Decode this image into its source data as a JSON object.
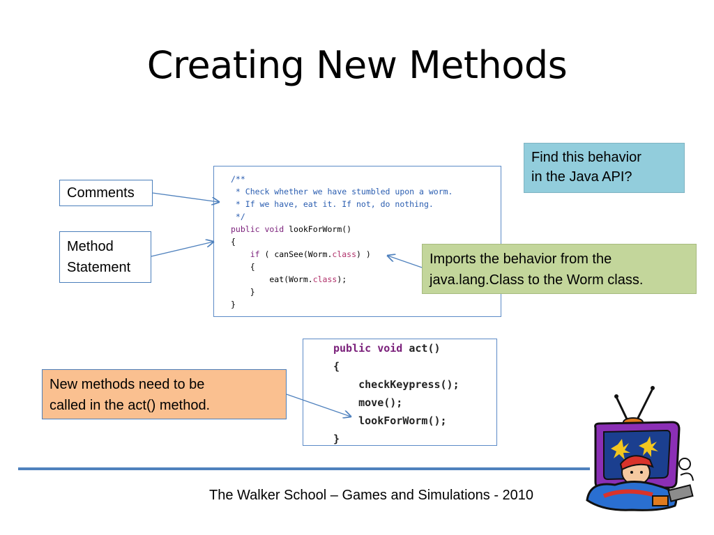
{
  "slide": {
    "title": "Creating New Methods",
    "footer": "The Walker School – Games and Simulations - 2010"
  },
  "labels": {
    "comments": "Comments",
    "method_line1": "Method",
    "method_line2": "Statement",
    "java_api_line1": "Find this behavior",
    "java_api_line2": "in the Java API?",
    "imports_line1": "Imports the behavior from the",
    "imports_line2": "java.lang.Class to the Worm class.",
    "new_methods_line1": "New methods need to be",
    "new_methods_line2": "called in the act() method."
  },
  "code1": {
    "l1": "/**",
    "l2": " * Check whether we have stumbled upon a worm.",
    "l3": " * If we have, eat it. If not, do nothing.",
    "l4": " */",
    "l5_kw": "public void",
    "l5_rest": " lookForWorm()",
    "l6": "{",
    "l7_kw": "    if",
    "l7_a": " ( canSee(Worm.",
    "l7_lit": "class",
    "l7_b": ") )",
    "l8": "    {",
    "l9_a": "        eat(Worm.",
    "l9_lit": "class",
    "l9_b": ");",
    "l10": "    }",
    "l11": "}"
  },
  "code2": {
    "l1_kw": "public void",
    "l1_rest": " act()",
    "l2": "{",
    "l3": "    checkKeypress();",
    "l4": "    move();",
    "l5": "    lookForWorm();",
    "l6": "}"
  },
  "colors": {
    "accent": "#4f81bd",
    "blue_box": "#92cddc",
    "green_box": "#c3d69b",
    "orange_box": "#fac090"
  },
  "icons": {
    "clipart": "tv-character-clipart"
  }
}
